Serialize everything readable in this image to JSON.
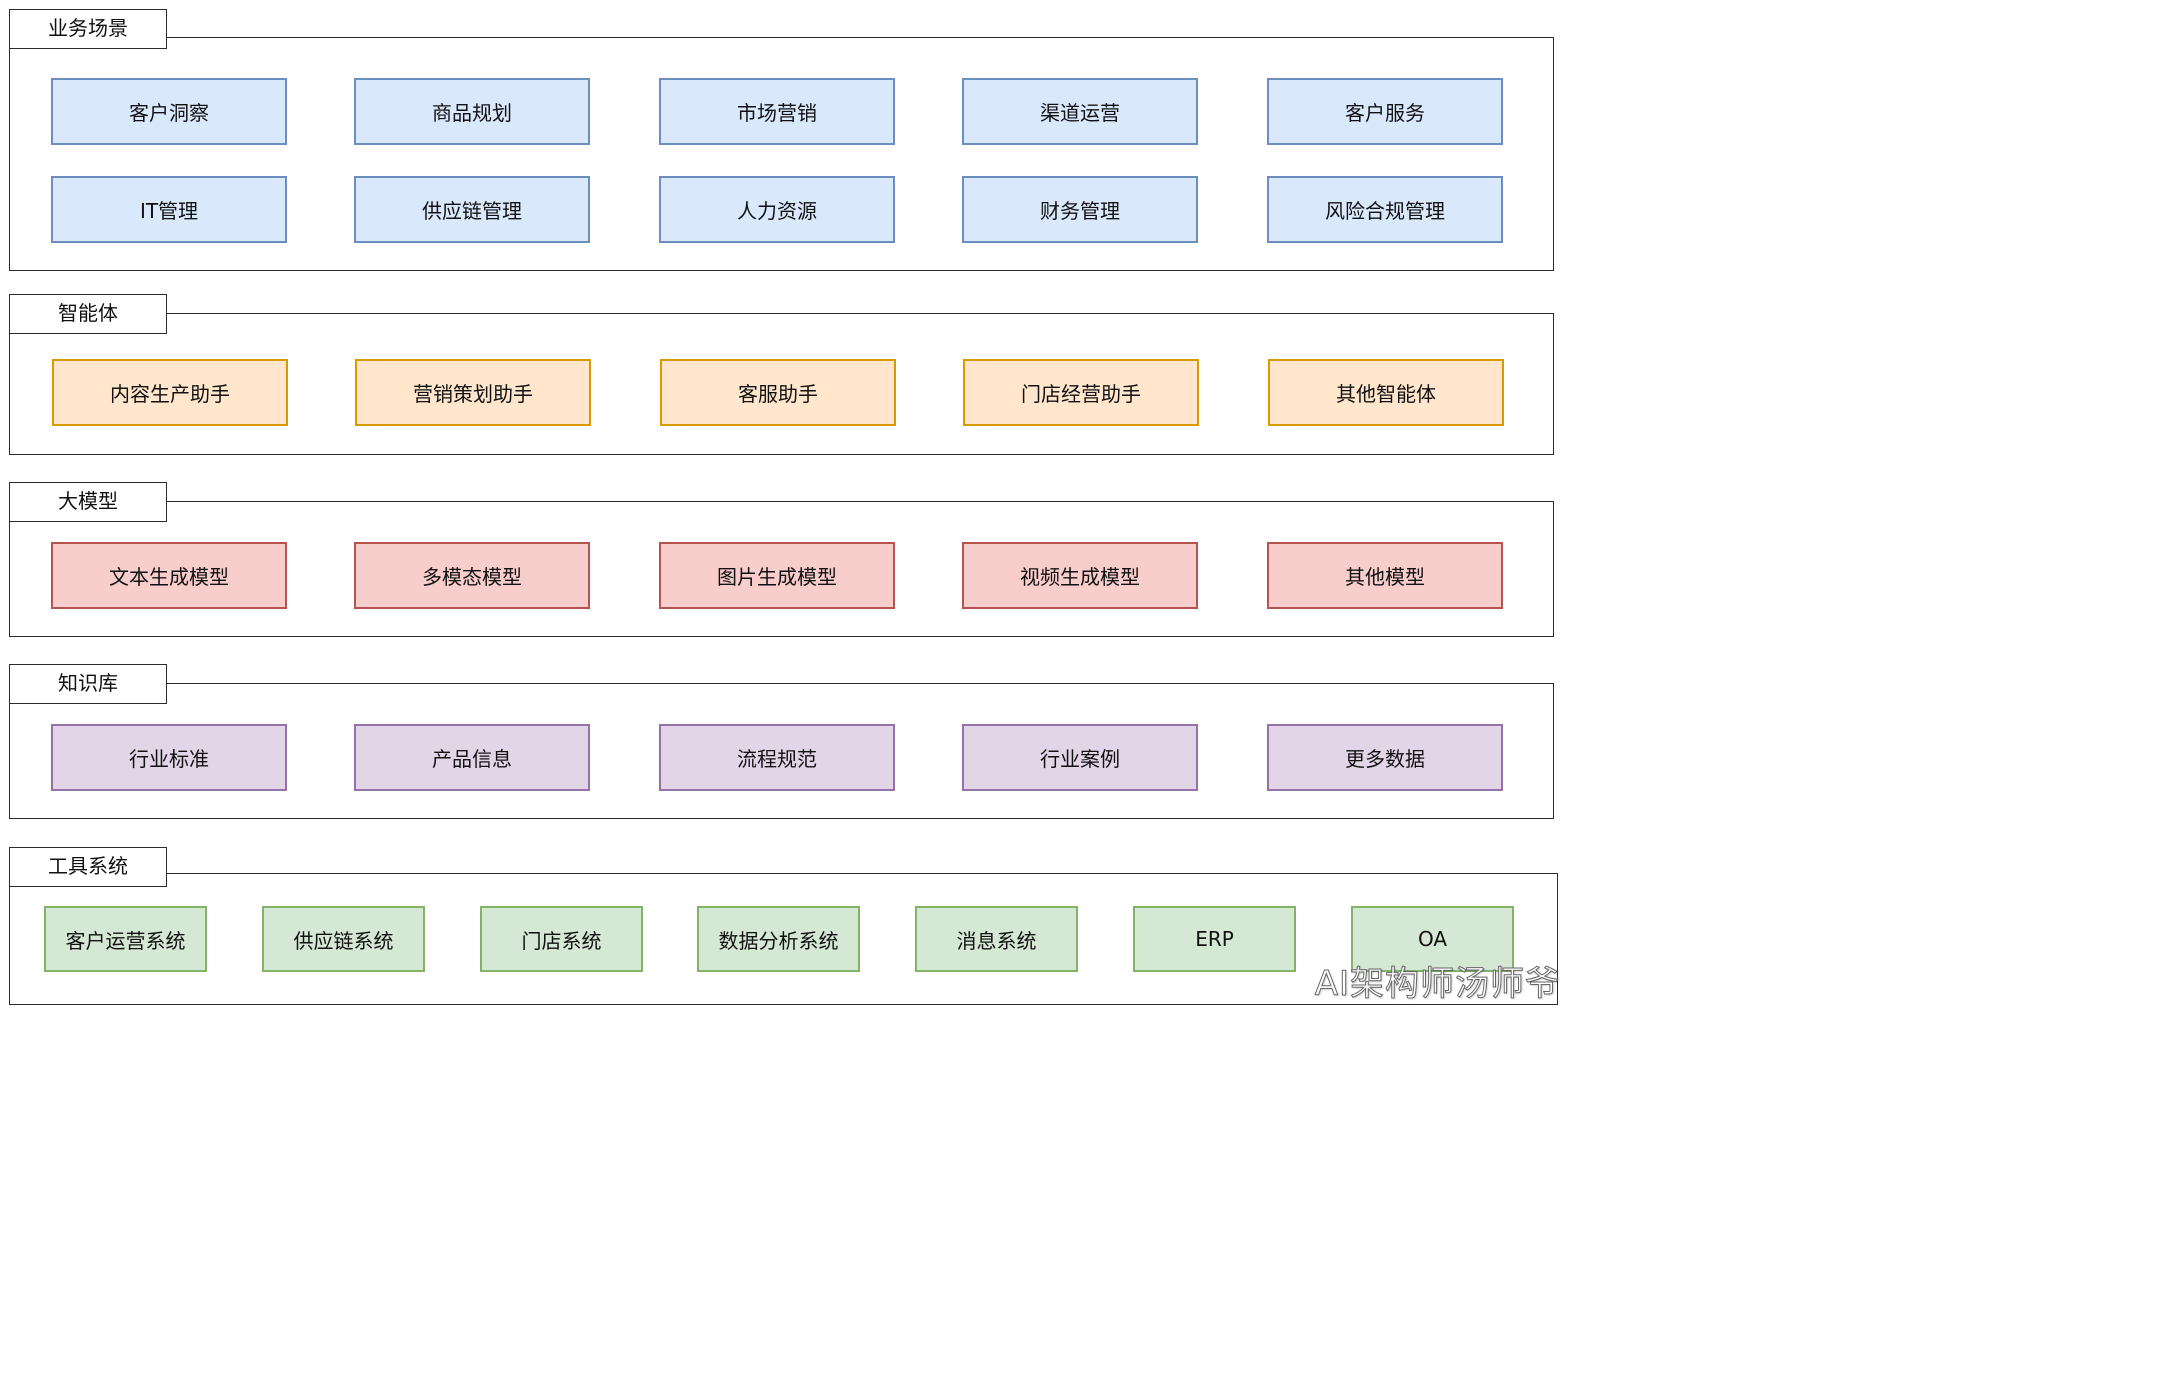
{
  "sections": [
    {
      "title": "业务场景",
      "rows": [
        [
          "客户洞察",
          "商品规划",
          "市场营销",
          "渠道运营",
          "客户服务"
        ],
        [
          "IT管理",
          "供应链管理",
          "人力资源",
          "财务管理",
          "风险合规管理"
        ]
      ],
      "color": "#dae8fc"
    },
    {
      "title": "智能体",
      "rows": [
        [
          "内容生产助手",
          "营销策划助手",
          "客服助手",
          "门店经营助手",
          "其他智能体"
        ]
      ],
      "color": "#ffe6cc"
    },
    {
      "title": "大模型",
      "rows": [
        [
          "文本生成模型",
          "多模态模型",
          "图片生成模型",
          "视频生成模型",
          "其他模型"
        ]
      ],
      "color": "#f8cecc"
    },
    {
      "title": "知识库",
      "rows": [
        [
          "行业标准",
          "产品信息",
          "流程规范",
          "行业案例",
          "更多数据"
        ]
      ],
      "color": "#e1d5e7"
    },
    {
      "title": "工具系统",
      "rows": [
        [
          "客户运营系统",
          "供应链系统",
          "门店系统",
          "数据分析系统",
          "消息系统",
          "ERP",
          "OA"
        ]
      ],
      "color": "#d5e8d4"
    }
  ],
  "watermark": "AI架构师汤师爷"
}
